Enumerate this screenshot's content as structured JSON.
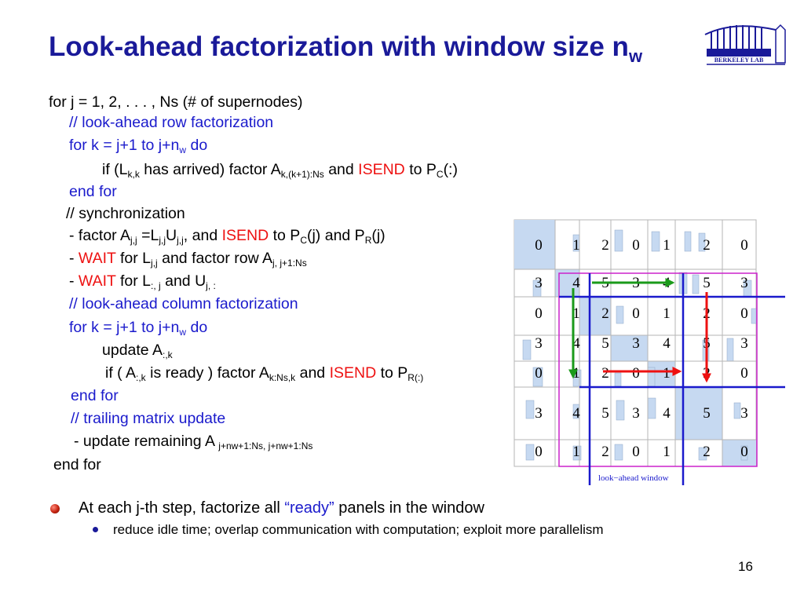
{
  "slide": {
    "title_main": "Look-ahead factorization with window size n",
    "title_sub": "w",
    "page_number": "16",
    "logo_text": "BERKELEY LAB"
  },
  "code": {
    "l1": "for j = 1, 2, . . . , Ns  (# of supernodes)",
    "l2": "// look-ahead row factorization",
    "l3a": "for k = j+1 to j+n",
    "l3b": "w",
    "l3c": " do",
    "l4a": "if (L",
    "l4b": "k,k",
    "l4c": " has arrived)  factor A",
    "l4d": "k,(k+1):Ns",
    "l4e": " and ",
    "l4f": "ISEND",
    "l4g": " to P",
    "l4h": "C",
    "l4i": "(:)",
    "l5": "end for",
    "l6": "// synchronization",
    "l7a": "- factor A",
    "l7b": "j,j",
    "l7c": " =L",
    "l7d": "j,j",
    "l7e": "U",
    "l7f": "j,j",
    "l7g": ", and ",
    "l7h": "ISEND",
    "l7i": " to P",
    "l7j": "C",
    "l7k": "(j) and P",
    "l7l": "R",
    "l7m": "(j)",
    "l8a": "- ",
    "l8b": "WAIT",
    "l8c": " for L",
    "l8d": "j,j",
    "l8e": " and factor row A",
    "l8f": "j, j+1:Ns",
    "l9a": "- ",
    "l9b": "WAIT",
    "l9c": " for L",
    "l9d": ":, j",
    "l9e": " and U",
    "l9f": "j, :",
    "l10": "// look-ahead column factorization",
    "l11a": "for k = j+1 to j+n",
    "l11b": "w",
    "l11c": " do",
    "l12a": "update A",
    "l12b": ":,k",
    "l13a": "if ( A",
    "l13b": ":,k",
    "l13c": " is ready )  factor A",
    "l13d": "k:Ns,k",
    "l13e": " and ",
    "l13f": "ISEND",
    "l13g": " to P",
    "l13h": "R(:)",
    "l14": "end for",
    "l15": "// trailing matrix update",
    "l16a": "- update remaining A ",
    "l16b": "j+nw+1:Ns, j+nw+1:Ns",
    "l17": "end for"
  },
  "bullets": {
    "main_a": "At each j-th step, factorize all ",
    "main_b": "“ready”",
    "main_c": " panels in the window",
    "sub": "reduce idle time; overlap communication with computation; exploit more parallelism"
  },
  "matrix": {
    "rows": [
      [
        "0",
        "1",
        "2",
        "0",
        "1",
        "2",
        "0"
      ],
      [
        "3",
        "4",
        "5",
        "3",
        "4",
        "5",
        "3"
      ],
      [
        "0",
        "1",
        "2",
        "0",
        "1",
        "2",
        "0"
      ],
      [
        "3",
        "4",
        "5",
        "3",
        "4",
        "5",
        "3"
      ],
      [
        "0",
        "1",
        "2",
        "0",
        "1",
        "2",
        "0"
      ],
      [
        "3",
        "4",
        "5",
        "3",
        "4",
        "5",
        "3"
      ],
      [
        "0",
        "1",
        "2",
        "0",
        "1",
        "2",
        "0"
      ]
    ],
    "window_label": "look−ahead window",
    "colors": {
      "cell": "#c6d9f1",
      "grid": "#b5b5b5",
      "window": "#1a1acc",
      "highlight": "#cc22cc",
      "arrow_green": "#1a9a1a",
      "arrow_red": "#ee1111"
    }
  }
}
